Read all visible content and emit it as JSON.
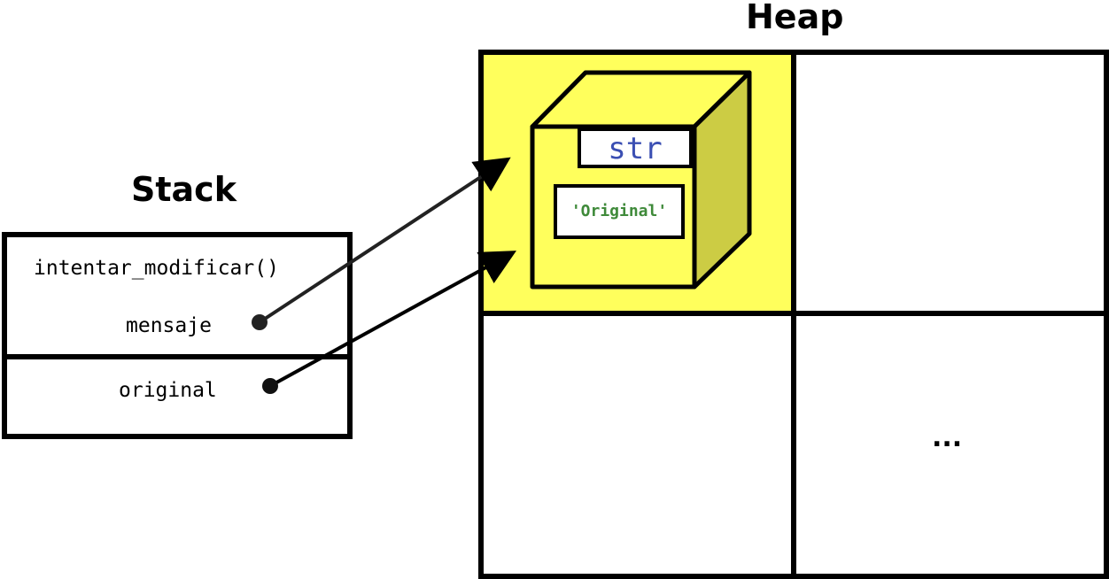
{
  "stack": {
    "title": "Stack",
    "frames": [
      {
        "name": "intentar_modificar()",
        "variables": [
          "mensaje"
        ]
      },
      {
        "name": "",
        "variables": [
          "original"
        ]
      }
    ]
  },
  "heap": {
    "title": "Heap",
    "objects": [
      {
        "type": "str",
        "value": "'Original'",
        "highlight_color": "#ffff5c",
        "type_color": "#3b4fb3",
        "value_color": "#3f8a3a"
      }
    ],
    "ellipsis": "..."
  },
  "references": [
    {
      "from": "mensaje",
      "to": "'Original'"
    },
    {
      "from": "original",
      "to": "'Original'"
    }
  ]
}
